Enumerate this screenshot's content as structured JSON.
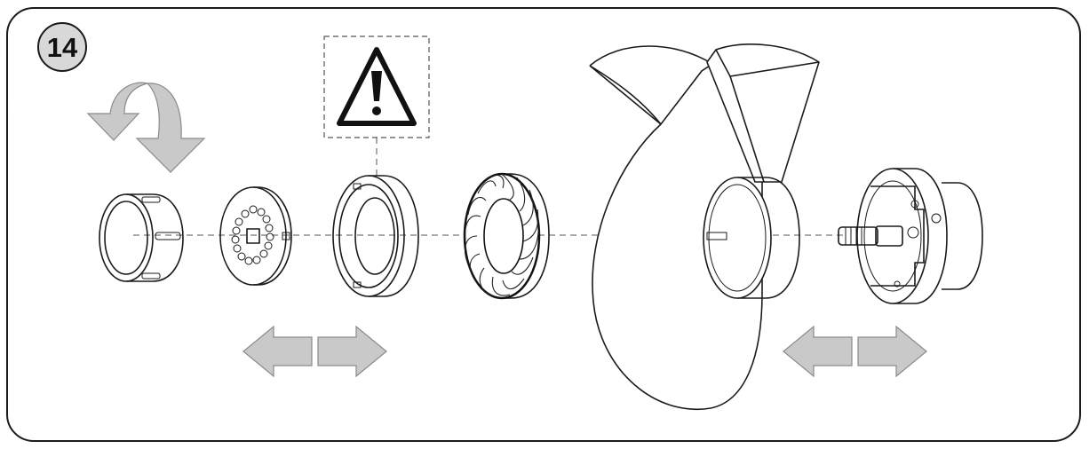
{
  "step": {
    "number": "14"
  },
  "icons": {
    "rotate": "rotate-arrow-icon",
    "warning": "warning-triangle-icon",
    "move_left": "arrow-left-icon",
    "move_right": "arrow-right-icon"
  },
  "parts": [
    "end-cap",
    "mincing-plate",
    "cutting-ring",
    "spiral-blade",
    "funnel-housing",
    "motor-shaft-unit"
  ],
  "colors": {
    "arrow_fill": "#c9c9c9",
    "line": "#1a1a1a",
    "frame": "#1a1a1a"
  }
}
